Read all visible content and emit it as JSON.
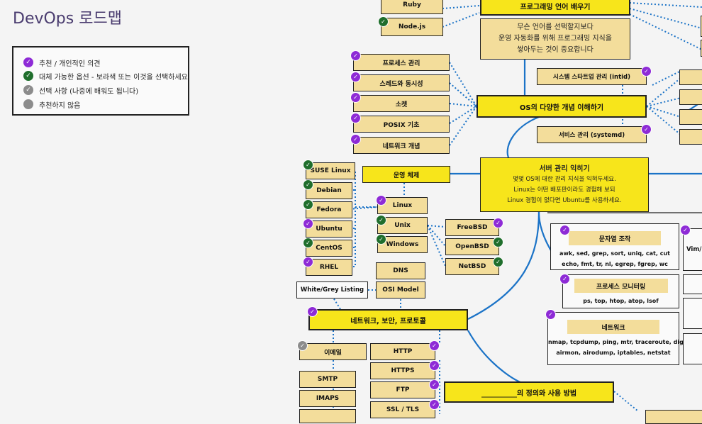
{
  "header": {
    "title": "DevOps 로드맵"
  },
  "legend": {
    "items": [
      {
        "label": "추천 / 개인적인 의견",
        "color": "#8e2bd6",
        "icon": "check-icon"
      },
      {
        "label": "대체 가능한 옵션 - 보라색 또는 이것을 선택하세요",
        "color": "#1f6e2c",
        "icon": "check-icon"
      },
      {
        "label": "선택 사항 (나중에 배워도 됩니다)",
        "color": "#8c8c8c",
        "icon": "check-icon"
      },
      {
        "label": "추천하지 않음",
        "color": "#8c8c8c",
        "icon": "circle-icon"
      }
    ]
  },
  "nodes": {
    "ruby": "Ruby",
    "nodejs": "Node.js",
    "prog_lang": "프로그래밍 언어 배우기",
    "prog_desc": [
      "무슨 언어를 선택할지보다",
      "운영 자동화를 위해 프로그래밍 지식을",
      "쌓아두는 것이 중요합니다"
    ],
    "process": "프로세스 관리",
    "threads": "스레드와 동시성",
    "sockets": "소켓",
    "posix": "POSIX 기초",
    "netconcepts": "네트워크 개념",
    "os_concepts": "OS의 다양한 개념 이해하기",
    "initd": "시스템 스타트업 관리 (intid)",
    "systemd": "서비스 관리 (systemd)",
    "suse": "SUSE Linux",
    "debian": "Debian",
    "fedora": "Fedora",
    "ubuntu": "Ubuntu",
    "centos": "CentOS",
    "rhel": "RHEL",
    "os": "운영 체제",
    "linux": "Linux",
    "unix": "Unix",
    "windows": "Windows",
    "freebsd": "FreeBSD",
    "openbsd": "OpenBSD",
    "netbsd": "NetBSD",
    "server_title": "서버 관리 익히기",
    "server_desc": [
      "몇몇 OS에 대한 관리 지식을 익혀두세요.",
      "Linux는 어떤 배포판이라도 경험해 보되",
      "Linux 경험이 없다면 Ubuntu를 사용하세요."
    ],
    "dns": "DNS",
    "osi": "OSI Model",
    "whitegrey": "White/Grey Listing",
    "net_sec": "네트워크, 보안, 프로토콜",
    "email": "이메일",
    "smtp": "SMTP",
    "imaps": "IMAPS",
    "http": "HTTP",
    "https": "HTTPS",
    "ftp": "FTP",
    "ssl": "SSL / TLS",
    "define_use": "__________의 정의와 사용 방법",
    "text_manip": "문자열 조작",
    "text_cmds": [
      "awk, sed, grep, sort, uniq, cat, cut",
      "echo, fmt, tr, nl, egrep, fgrep, wc"
    ],
    "proc_mon": "프로세스 모니터링",
    "proc_cmds": [
      "ps, top, htop, atop, lsof"
    ],
    "network": "네트워크",
    "net_cmds": [
      "nmap, tcpdump, ping, mtr, traceroute, dig",
      "airmon, airodump, iptables, netstat"
    ],
    "vim": "Vim/"
  },
  "colors": {
    "purple": "#8e2bd6",
    "green": "#1f6e2c",
    "grey": "#8c8c8c",
    "yellow": "#f7e51b",
    "tan": "#f3dd9b",
    "line": "#1b73c7"
  }
}
